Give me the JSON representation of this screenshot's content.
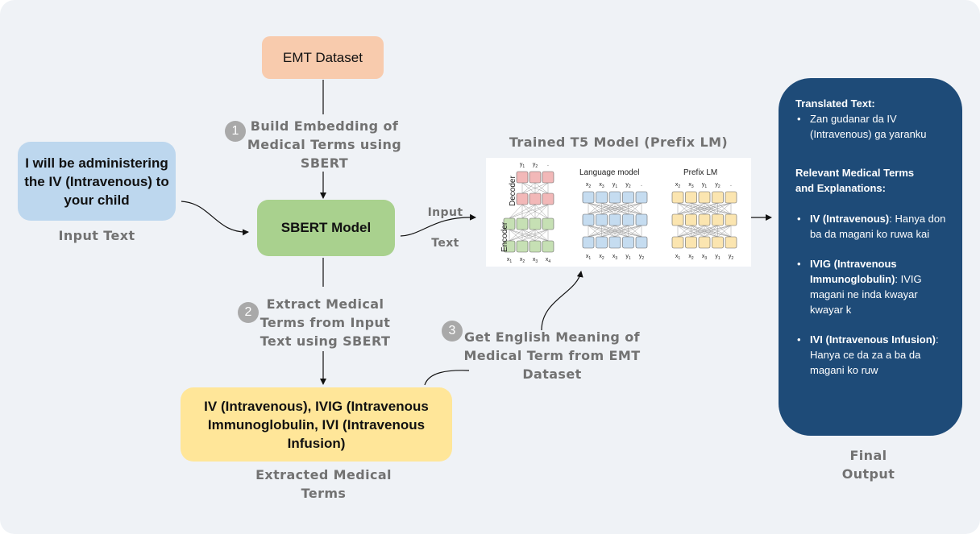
{
  "nodes": {
    "emt_dataset": "EMT Dataset",
    "sbert_model": "SBERT Model",
    "input_box": "I will be administering the IV (Intravenous) to your child",
    "input_caption": "Input Text",
    "extracted_box": "IV (Intravenous), IVIG (Intravenous Immunoglobulin, IVI (Intravenous Infusion)",
    "extracted_caption": "Extracted Medical Terms",
    "t5_title": "Trained T5 Model (Prefix LM)",
    "final_caption_1": "Final",
    "final_caption_2": "Output"
  },
  "steps": [
    {
      "number": "1",
      "lines": [
        "Build Embedding of",
        "Medical Terms using",
        "SBERT"
      ]
    },
    {
      "number": "2",
      "lines": [
        "Extract Medical",
        "Terms from Input",
        "Text using SBERT"
      ]
    },
    {
      "number": "3",
      "lines": [
        "Get English Meaning of",
        "Medical Term from EMT",
        "Dataset"
      ]
    }
  ],
  "edge_labels": {
    "input": "Input",
    "text": "Text"
  },
  "t5_figure": {
    "decoder": "Decoder",
    "encoder": "Encoder",
    "language_model": "Language model",
    "prefix_lm": "Prefix LM",
    "enc_x": [
      "x1",
      "x2",
      "x3",
      "x4"
    ],
    "dec_y": [
      "y1",
      "y2",
      "."
    ],
    "lm_top": [
      "x2",
      "x3",
      "y1",
      "y2",
      "."
    ],
    "lm_bottom": [
      "x1",
      "x2",
      "x3",
      "y1",
      "y2"
    ]
  },
  "output": {
    "translated_title": "Translated Text:",
    "translated_text": "Zan gudanar da IV (Intravenous) ga yaranku",
    "terms_title_1": "Relevant Medical Terms",
    "terms_title_2": "and Explanations:",
    "terms": [
      {
        "term": "IV (Intravenous)",
        "desc": ": Hanya don ba da magani ko ruwa kai"
      },
      {
        "term": "IVIG (Intravenous Immunoglobulin)",
        "desc": ": IVIG magani ne inda kwayar kwayar k"
      },
      {
        "term": "IVI (Intravenous Infusion)",
        "desc": ": Hanya ce da za a ba da magani ko ruw"
      }
    ]
  },
  "colors": {
    "emt": "#f8cbad",
    "sbert": "#a9d18e",
    "input": "#bdd7ee",
    "extracted": "#ffe699",
    "output": "#1e4b78",
    "background": "#eff2f6",
    "decoder_cell": "#f2b8b8",
    "encoder_cell": "#c6e0b4",
    "lm_cell": "#c5dcf0",
    "prefix_cell": "#fbe5b0"
  }
}
